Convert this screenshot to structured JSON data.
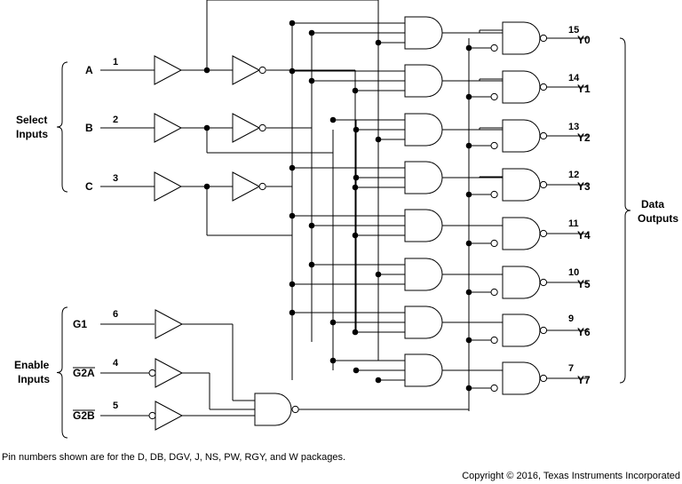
{
  "inputs": {
    "A": {
      "name": "A",
      "pin": "1"
    },
    "B": {
      "name": "B",
      "pin": "2"
    },
    "C": {
      "name": "C",
      "pin": "3"
    },
    "G1": {
      "name": "G1",
      "pin": "6"
    },
    "G2A": {
      "name": "G2A",
      "pin": "4"
    },
    "G2B": {
      "name": "G2B",
      "pin": "5"
    }
  },
  "outputs": [
    {
      "name": "Y0",
      "pin": "15"
    },
    {
      "name": "Y1",
      "pin": "14"
    },
    {
      "name": "Y2",
      "pin": "13"
    },
    {
      "name": "Y3",
      "pin": "12"
    },
    {
      "name": "Y4",
      "pin": "11"
    },
    {
      "name": "Y5",
      "pin": "10"
    },
    {
      "name": "Y6",
      "pin": "9"
    },
    {
      "name": "Y7",
      "pin": "7"
    }
  ],
  "groups": {
    "select_line1": "Select",
    "select_line2": "Inputs",
    "enable_line1": "Enable",
    "enable_line2": "Inputs",
    "data_line1": "Data",
    "data_line2": "Outputs"
  },
  "footnote": "Pin numbers shown are for the D, DB, DGV, J, NS, PW, RGY, and W packages.",
  "copyright": "Copyright © 2016, Texas Instruments Incorporated"
}
